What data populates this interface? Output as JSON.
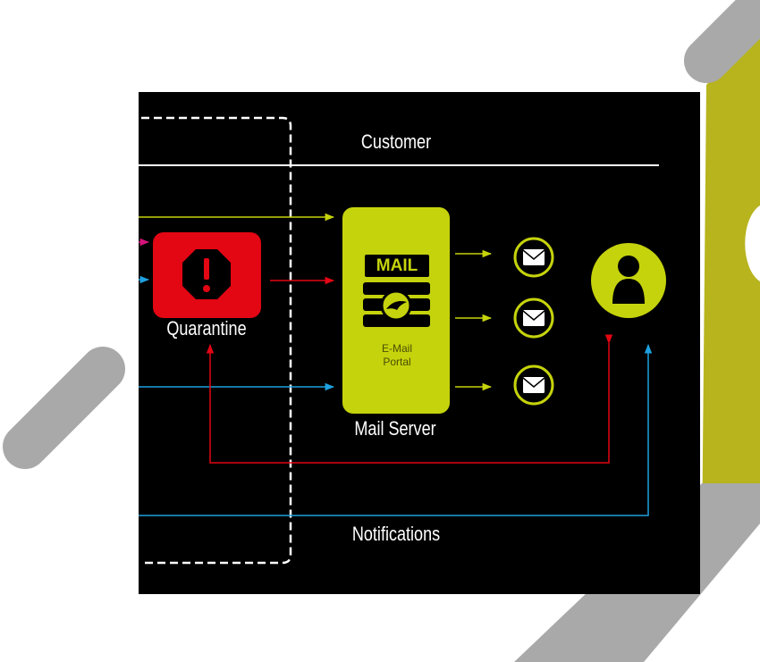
{
  "diagram": {
    "customer_label": "Customer",
    "quarantine_label": "Quarantine",
    "mail_server_label": "Mail Server",
    "mail_icon_text": "MAIL",
    "portal_line1": "E-Mail",
    "portal_line2": "Portal",
    "notifications_label": "Notifications"
  },
  "colors": {
    "panel": "#000000",
    "accent_green": "#c5d30c",
    "quarantine_red": "#e30613",
    "arrow_blue": "#1ea0df",
    "arrow_magenta": "#d4127a",
    "backdrop_olive": "#b7b41e",
    "stripe_grey": "#a9a9a9"
  }
}
